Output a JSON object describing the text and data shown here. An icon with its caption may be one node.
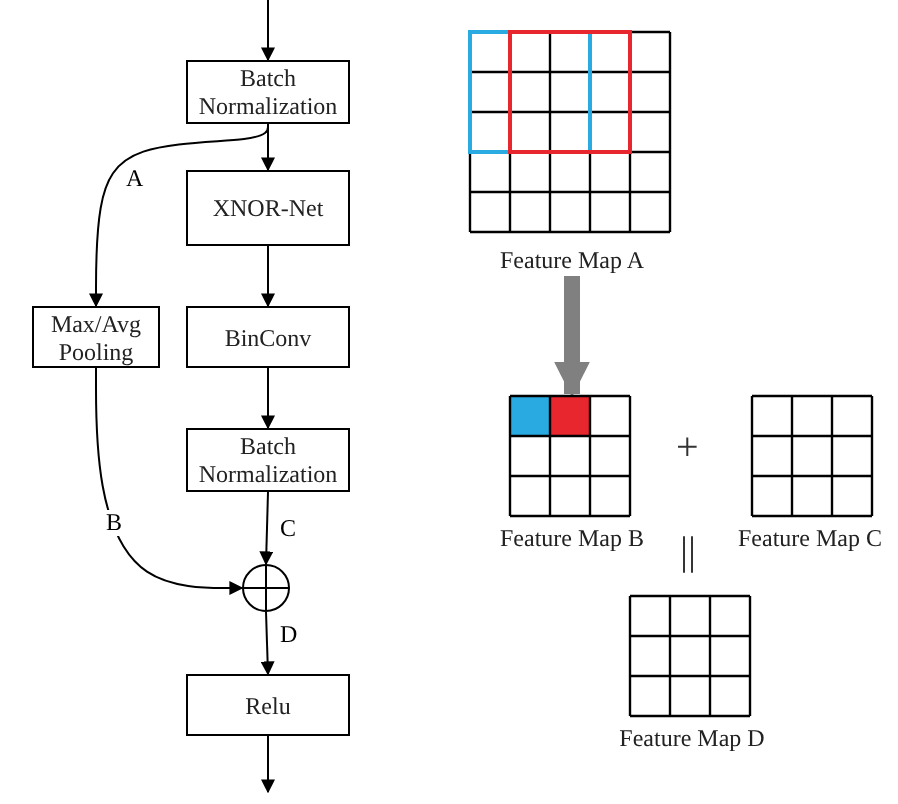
{
  "diagram": {
    "nodes": [
      {
        "text": [
          "Batch Normalization"
        ]
      },
      {
        "text": [
          "XNOR-Net"
        ]
      },
      {
        "text": [
          "Max/Avg Pooling"
        ]
      },
      {
        "text": [
          "BinConv"
        ]
      },
      {
        "text": [
          "Batch Normalization"
        ]
      },
      {
        "text": [],
        "shape": "circle"
      },
      {
        "text": [
          "Relu"
        ]
      },
      {
        "text": [
          "Feature Map A"
        ]
      },
      {
        "text": [
          "Feature Map B"
        ]
      },
      {
        "text": [
          "Feature Map C"
        ]
      },
      {
        "text": [
          "Feature Map D"
        ]
      }
    ],
    "edges": [
      {
        "from": null,
        "to": 0,
        "arrow": "to"
      },
      {
        "from": 0,
        "to": 1,
        "arrow": "to"
      },
      {
        "from": 0,
        "to": 2,
        "arrow": "to",
        "label": "A"
      },
      {
        "from": 1,
        "to": 3,
        "arrow": "to"
      },
      {
        "from": 3,
        "to": 4,
        "arrow": "to"
      },
      {
        "from": 2,
        "to": 5,
        "arrow": "to",
        "label": "B"
      },
      {
        "from": 4,
        "to": 5,
        "arrow": "to",
        "label": "C"
      },
      {
        "from": 5,
        "to": 6,
        "arrow": "to",
        "label": "D"
      },
      {
        "from": 6,
        "to": null,
        "arrow": "to"
      },
      {
        "from": 7,
        "to": 8,
        "arrow": "to",
        "style": "thick",
        "color": "#808080"
      }
    ],
    "labels": [
      "+",
      "||"
    ]
  }
}
